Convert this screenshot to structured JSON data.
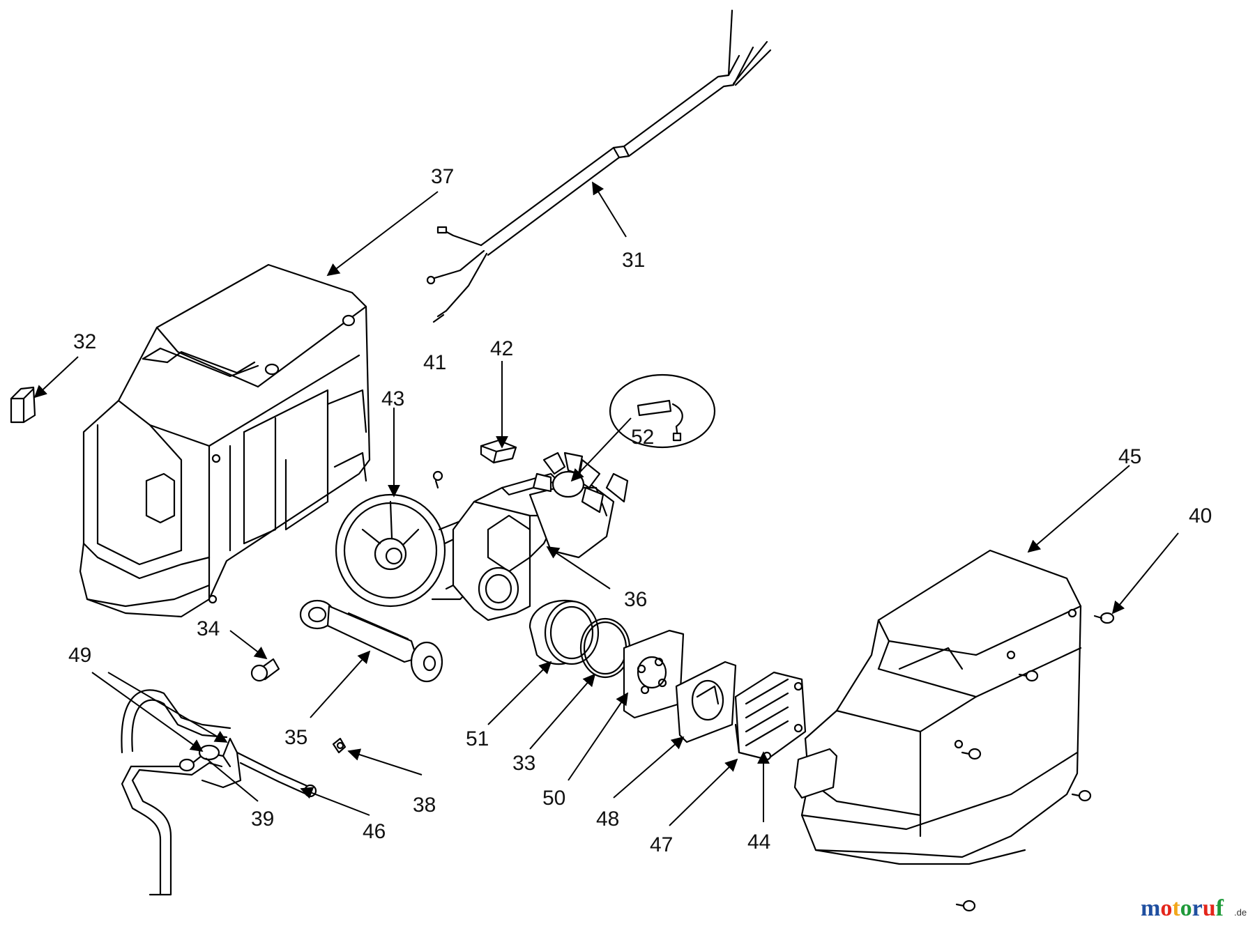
{
  "diagram": {
    "callouts": {
      "p31": "31",
      "p32": "32",
      "p33": "33",
      "p34": "34",
      "p35": "35",
      "p36": "36",
      "p37": "37",
      "p38": "38",
      "p39": "39",
      "p40": "40",
      "p41": "41",
      "p42": "42",
      "p43": "43",
      "p44": "44",
      "p45": "45",
      "p46": "46",
      "p47": "47",
      "p48": "48",
      "p49": "49",
      "p50": "50",
      "p51": "51",
      "p52": "52"
    }
  },
  "watermark": {
    "letters": [
      "m",
      "o",
      "t",
      "o",
      "r",
      "u",
      "f"
    ],
    "colors": [
      "#1f4fa0",
      "#e4261b",
      "#f2a71b",
      "#1f9a3a",
      "#1f4fa0",
      "#e4261b",
      "#1f9a3a"
    ],
    "suffix": ".de"
  }
}
